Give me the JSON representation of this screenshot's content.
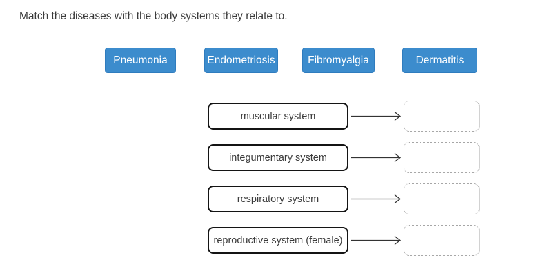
{
  "prompt": "Match the diseases with the body systems they relate to.",
  "choices": [
    {
      "label": "Pneumonia"
    },
    {
      "label": "Endometriosis"
    },
    {
      "label": "Fibromyalgia"
    },
    {
      "label": "Dermatitis"
    }
  ],
  "rows": [
    {
      "label": "muscular system",
      "answer": ""
    },
    {
      "label": "integumentary system",
      "answer": ""
    },
    {
      "label": "respiratory system",
      "answer": ""
    },
    {
      "label": "reproductive system (female)",
      "answer": ""
    }
  ],
  "colors": {
    "choice_bg": "#3c8ccd",
    "choice_border": "#2f7cbe",
    "choice_text": "#ffffff",
    "term_border": "#141414",
    "drop_border": "#a6a6a6",
    "text": "#3b3b3b"
  }
}
